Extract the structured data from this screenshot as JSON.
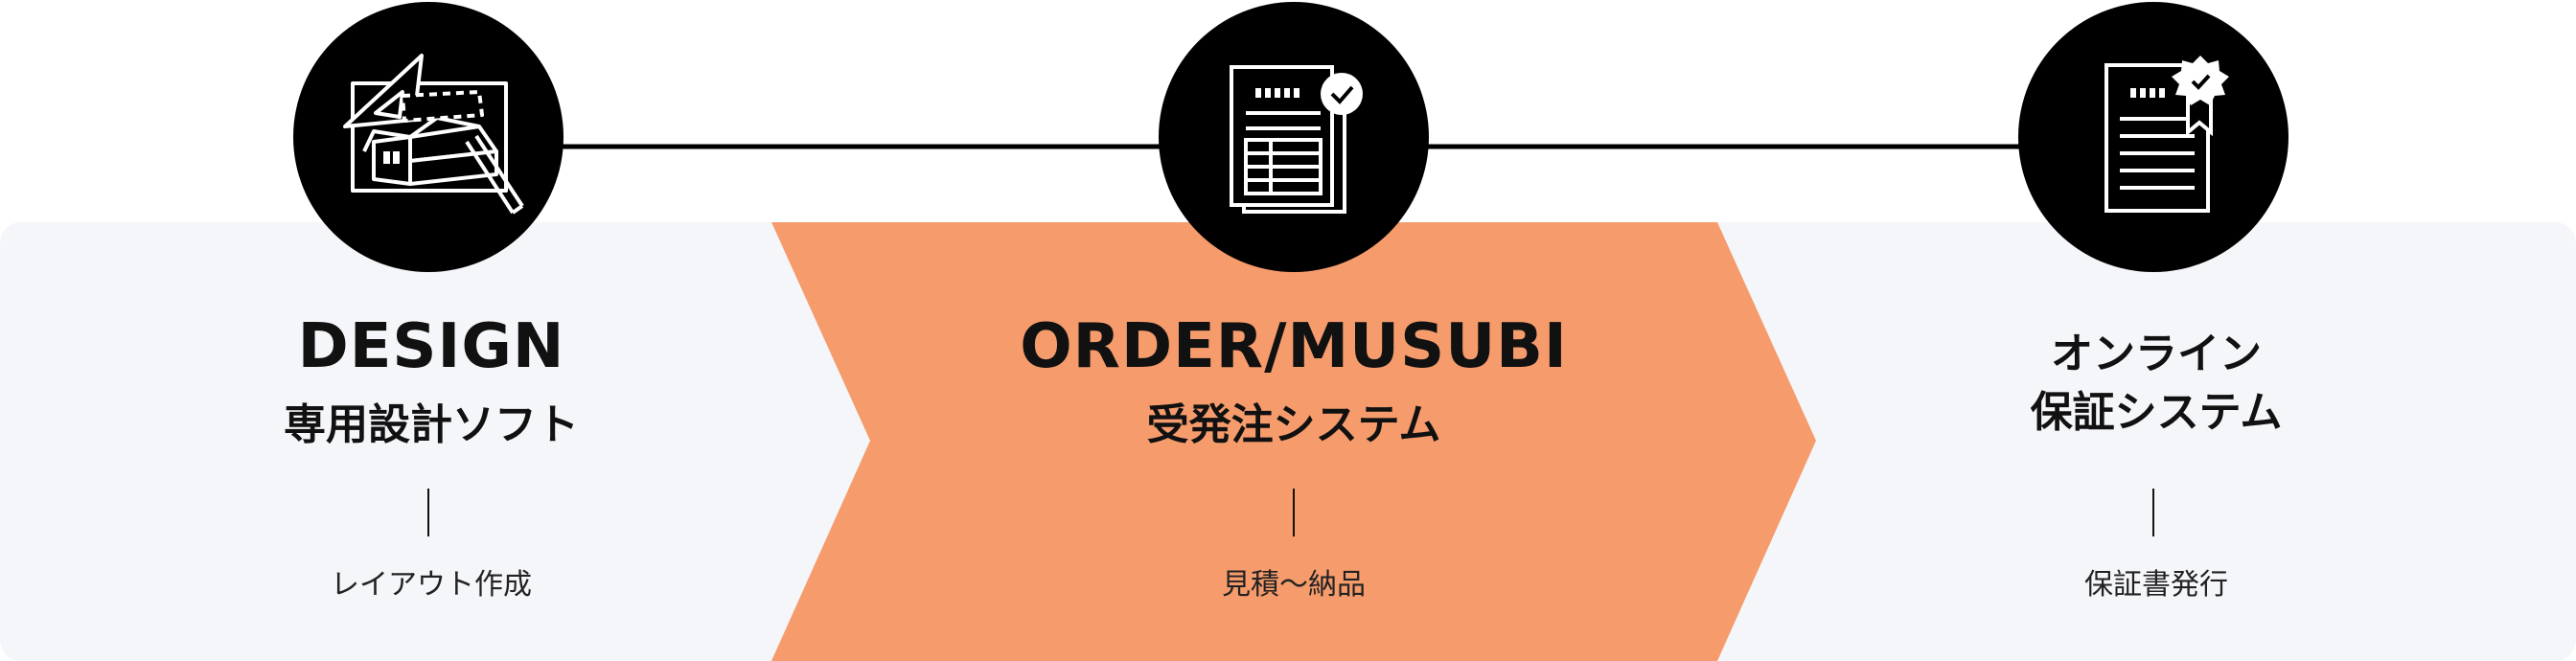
{
  "colors": {
    "panel": "#f5f6f9",
    "accent": "#f59b6c",
    "circle": "#000000",
    "line": "#000000",
    "text": "#111111"
  },
  "steps": [
    {
      "title_en": "DESIGN",
      "title_jp": [
        "専用設計ソフト"
      ],
      "subtitle": "レイアウト作成",
      "icon": "house-blueprint-icon",
      "highlighted": false
    },
    {
      "title_en": "ORDER/MUSUBI",
      "title_jp": [
        "受発注システム"
      ],
      "subtitle": "見積～納品",
      "icon": "order-document-icon",
      "highlighted": true
    },
    {
      "title_en": "",
      "title_jp": [
        "オンライン",
        "保証システム"
      ],
      "subtitle": "保証書発行",
      "icon": "warranty-certificate-icon",
      "highlighted": false
    }
  ]
}
